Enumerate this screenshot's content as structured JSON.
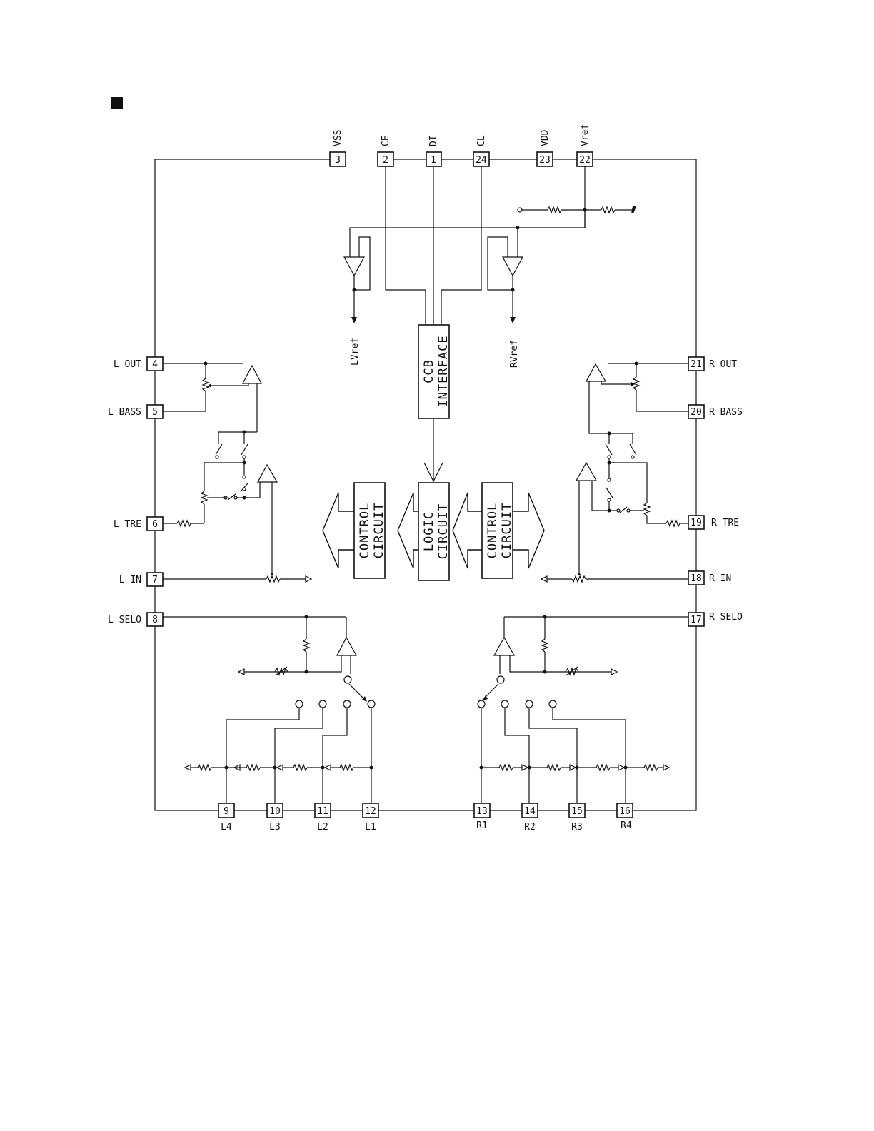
{
  "pins": {
    "p1": {
      "num": "1",
      "label": "DI"
    },
    "p2": {
      "num": "2",
      "label": "CE"
    },
    "p3": {
      "num": "3",
      "label": "VSS"
    },
    "p4": {
      "num": "4",
      "label": "L OUT"
    },
    "p5": {
      "num": "5",
      "label": "L BASS"
    },
    "p6": {
      "num": "6",
      "label": "L TRE"
    },
    "p7": {
      "num": "7",
      "label": "L IN"
    },
    "p8": {
      "num": "8",
      "label": "L SELO"
    },
    "p9": {
      "num": "9",
      "label": "L4"
    },
    "p10": {
      "num": "10",
      "label": "L3"
    },
    "p11": {
      "num": "11",
      "label": "L2"
    },
    "p12": {
      "num": "12",
      "label": "L1"
    },
    "p13": {
      "num": "13",
      "label": "R1"
    },
    "p14": {
      "num": "14",
      "label": "R2"
    },
    "p15": {
      "num": "15",
      "label": "R3"
    },
    "p16": {
      "num": "16",
      "label": "R4"
    },
    "p17": {
      "num": "17",
      "label": "R SELO"
    },
    "p18": {
      "num": "18",
      "label": "R IN"
    },
    "p19": {
      "num": "19",
      "label": "R TRE"
    },
    "p20": {
      "num": "20",
      "label": "R BASS"
    },
    "p21": {
      "num": "21",
      "label": "R OUT"
    },
    "p22": {
      "num": "22",
      "label": "Vref"
    },
    "p23": {
      "num": "23",
      "label": "VDD"
    },
    "p24": {
      "num": "24",
      "label": "CL"
    }
  },
  "blocks": {
    "ccb_line1": "CCB",
    "ccb_line2": "INTERFACE",
    "logic_line1": "LOGIC",
    "logic_line2": "CIRCUIT",
    "control_line1": "CONTROL",
    "control_line2": "CIRCUIT"
  },
  "refs": {
    "lvref": "LVref",
    "rvref": "RVref"
  }
}
